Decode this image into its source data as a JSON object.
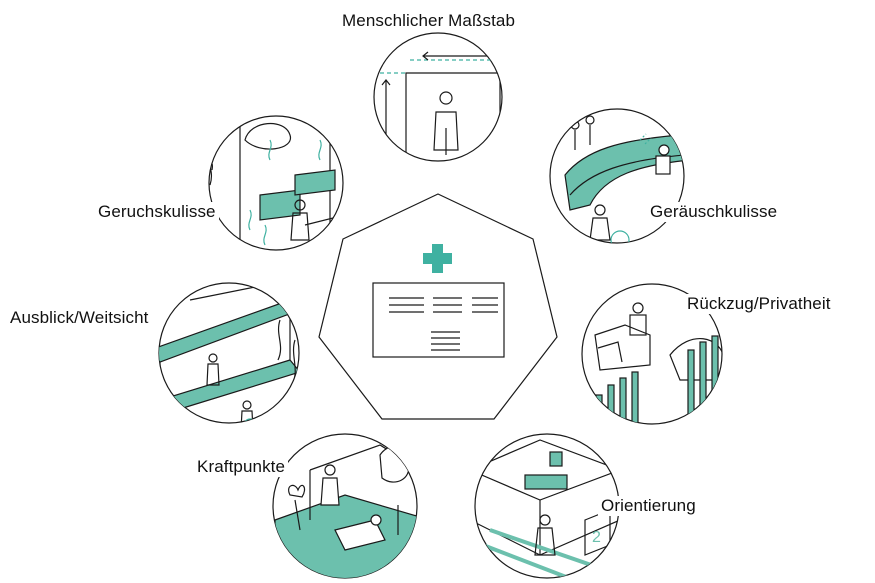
{
  "colors": {
    "accent": "#6cc0ad",
    "line": "#1a1a1a",
    "background": "#ffffff",
    "dashed_accent": "#3fb1a1"
  },
  "center": {
    "icon": "hospital-cross-icon",
    "building": "hospital-building-icon"
  },
  "topics": [
    {
      "label": "Menschlicher Maßstab",
      "icon": "human-scale-icon"
    },
    {
      "label": "Geräuschkulisse",
      "icon": "sound-backdrop-icon"
    },
    {
      "label": "Rückzug/Privatheit",
      "icon": "retreat-privacy-icon"
    },
    {
      "label": "Orientierung",
      "icon": "orientation-icon"
    },
    {
      "label": "Kraftpunkte",
      "icon": "power-spots-icon"
    },
    {
      "label": "Ausblick/Weitsicht",
      "icon": "outlook-view-icon"
    },
    {
      "label": "Geruchskulisse",
      "icon": "scent-backdrop-icon"
    }
  ]
}
